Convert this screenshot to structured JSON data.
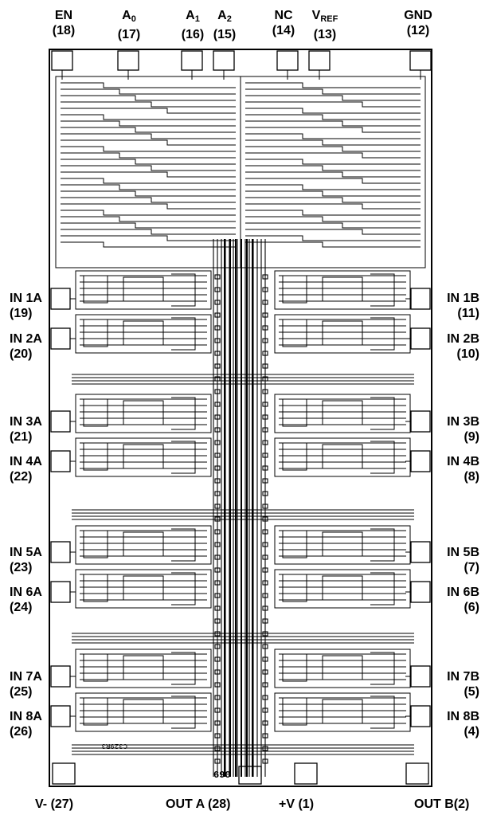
{
  "pins": {
    "top": [
      {
        "id": "en",
        "name": "EN",
        "pin": "(18)"
      },
      {
        "id": "a0",
        "name": "A",
        "sub": "0",
        "pin": "(17)"
      },
      {
        "id": "a1",
        "name": "A",
        "sub": "1",
        "pin": "(16)"
      },
      {
        "id": "a2",
        "name": "A",
        "sub": "2",
        "pin": "(15)"
      },
      {
        "id": "nc",
        "name": "NC",
        "pin": "(14)"
      },
      {
        "id": "vref",
        "name": "V",
        "sub": "REF",
        "pin": "(13)"
      },
      {
        "id": "gnd",
        "name": "GND",
        "pin": "(12)"
      }
    ],
    "left": [
      {
        "id": "in1a",
        "name": "IN 1A",
        "pin": "(19)"
      },
      {
        "id": "in2a",
        "name": "IN 2A",
        "pin": "(20)"
      },
      {
        "id": "in3a",
        "name": "IN 3A",
        "pin": "(21)"
      },
      {
        "id": "in4a",
        "name": "IN 4A",
        "pin": "(22)"
      },
      {
        "id": "in5a",
        "name": "IN 5A",
        "pin": "(23)"
      },
      {
        "id": "in6a",
        "name": "IN 6A",
        "pin": "(24)"
      },
      {
        "id": "in7a",
        "name": "IN 7A",
        "pin": "(25)"
      },
      {
        "id": "in8a",
        "name": "IN 8A",
        "pin": "(26)"
      }
    ],
    "right": [
      {
        "id": "in1b",
        "name": "IN 1B",
        "pin": "(11)"
      },
      {
        "id": "in2b",
        "name": "IN 2B",
        "pin": "(10)"
      },
      {
        "id": "in3b",
        "name": "IN 3B",
        "pin": "(9)"
      },
      {
        "id": "in4b",
        "name": "IN 4B",
        "pin": "(8)"
      },
      {
        "id": "in5b",
        "name": "IN 5B",
        "pin": "(7)"
      },
      {
        "id": "in6b",
        "name": "IN 6B",
        "pin": "(6)"
      },
      {
        "id": "in7b",
        "name": "IN 7B",
        "pin": "(5)"
      },
      {
        "id": "in8b",
        "name": "IN 8B",
        "pin": "(4)"
      }
    ],
    "bottom": [
      {
        "id": "vminus",
        "label": "V- (27)"
      },
      {
        "id": "outa",
        "label": "OUT A (28)"
      },
      {
        "id": "vplus",
        "label": "+V (1)"
      },
      {
        "id": "outb",
        "label": "OUT B(2)"
      }
    ]
  },
  "die": {
    "part_marking": "690",
    "logo_marking": "C329R3"
  },
  "colors": {
    "ink": "#000000",
    "background": "#ffffff"
  }
}
